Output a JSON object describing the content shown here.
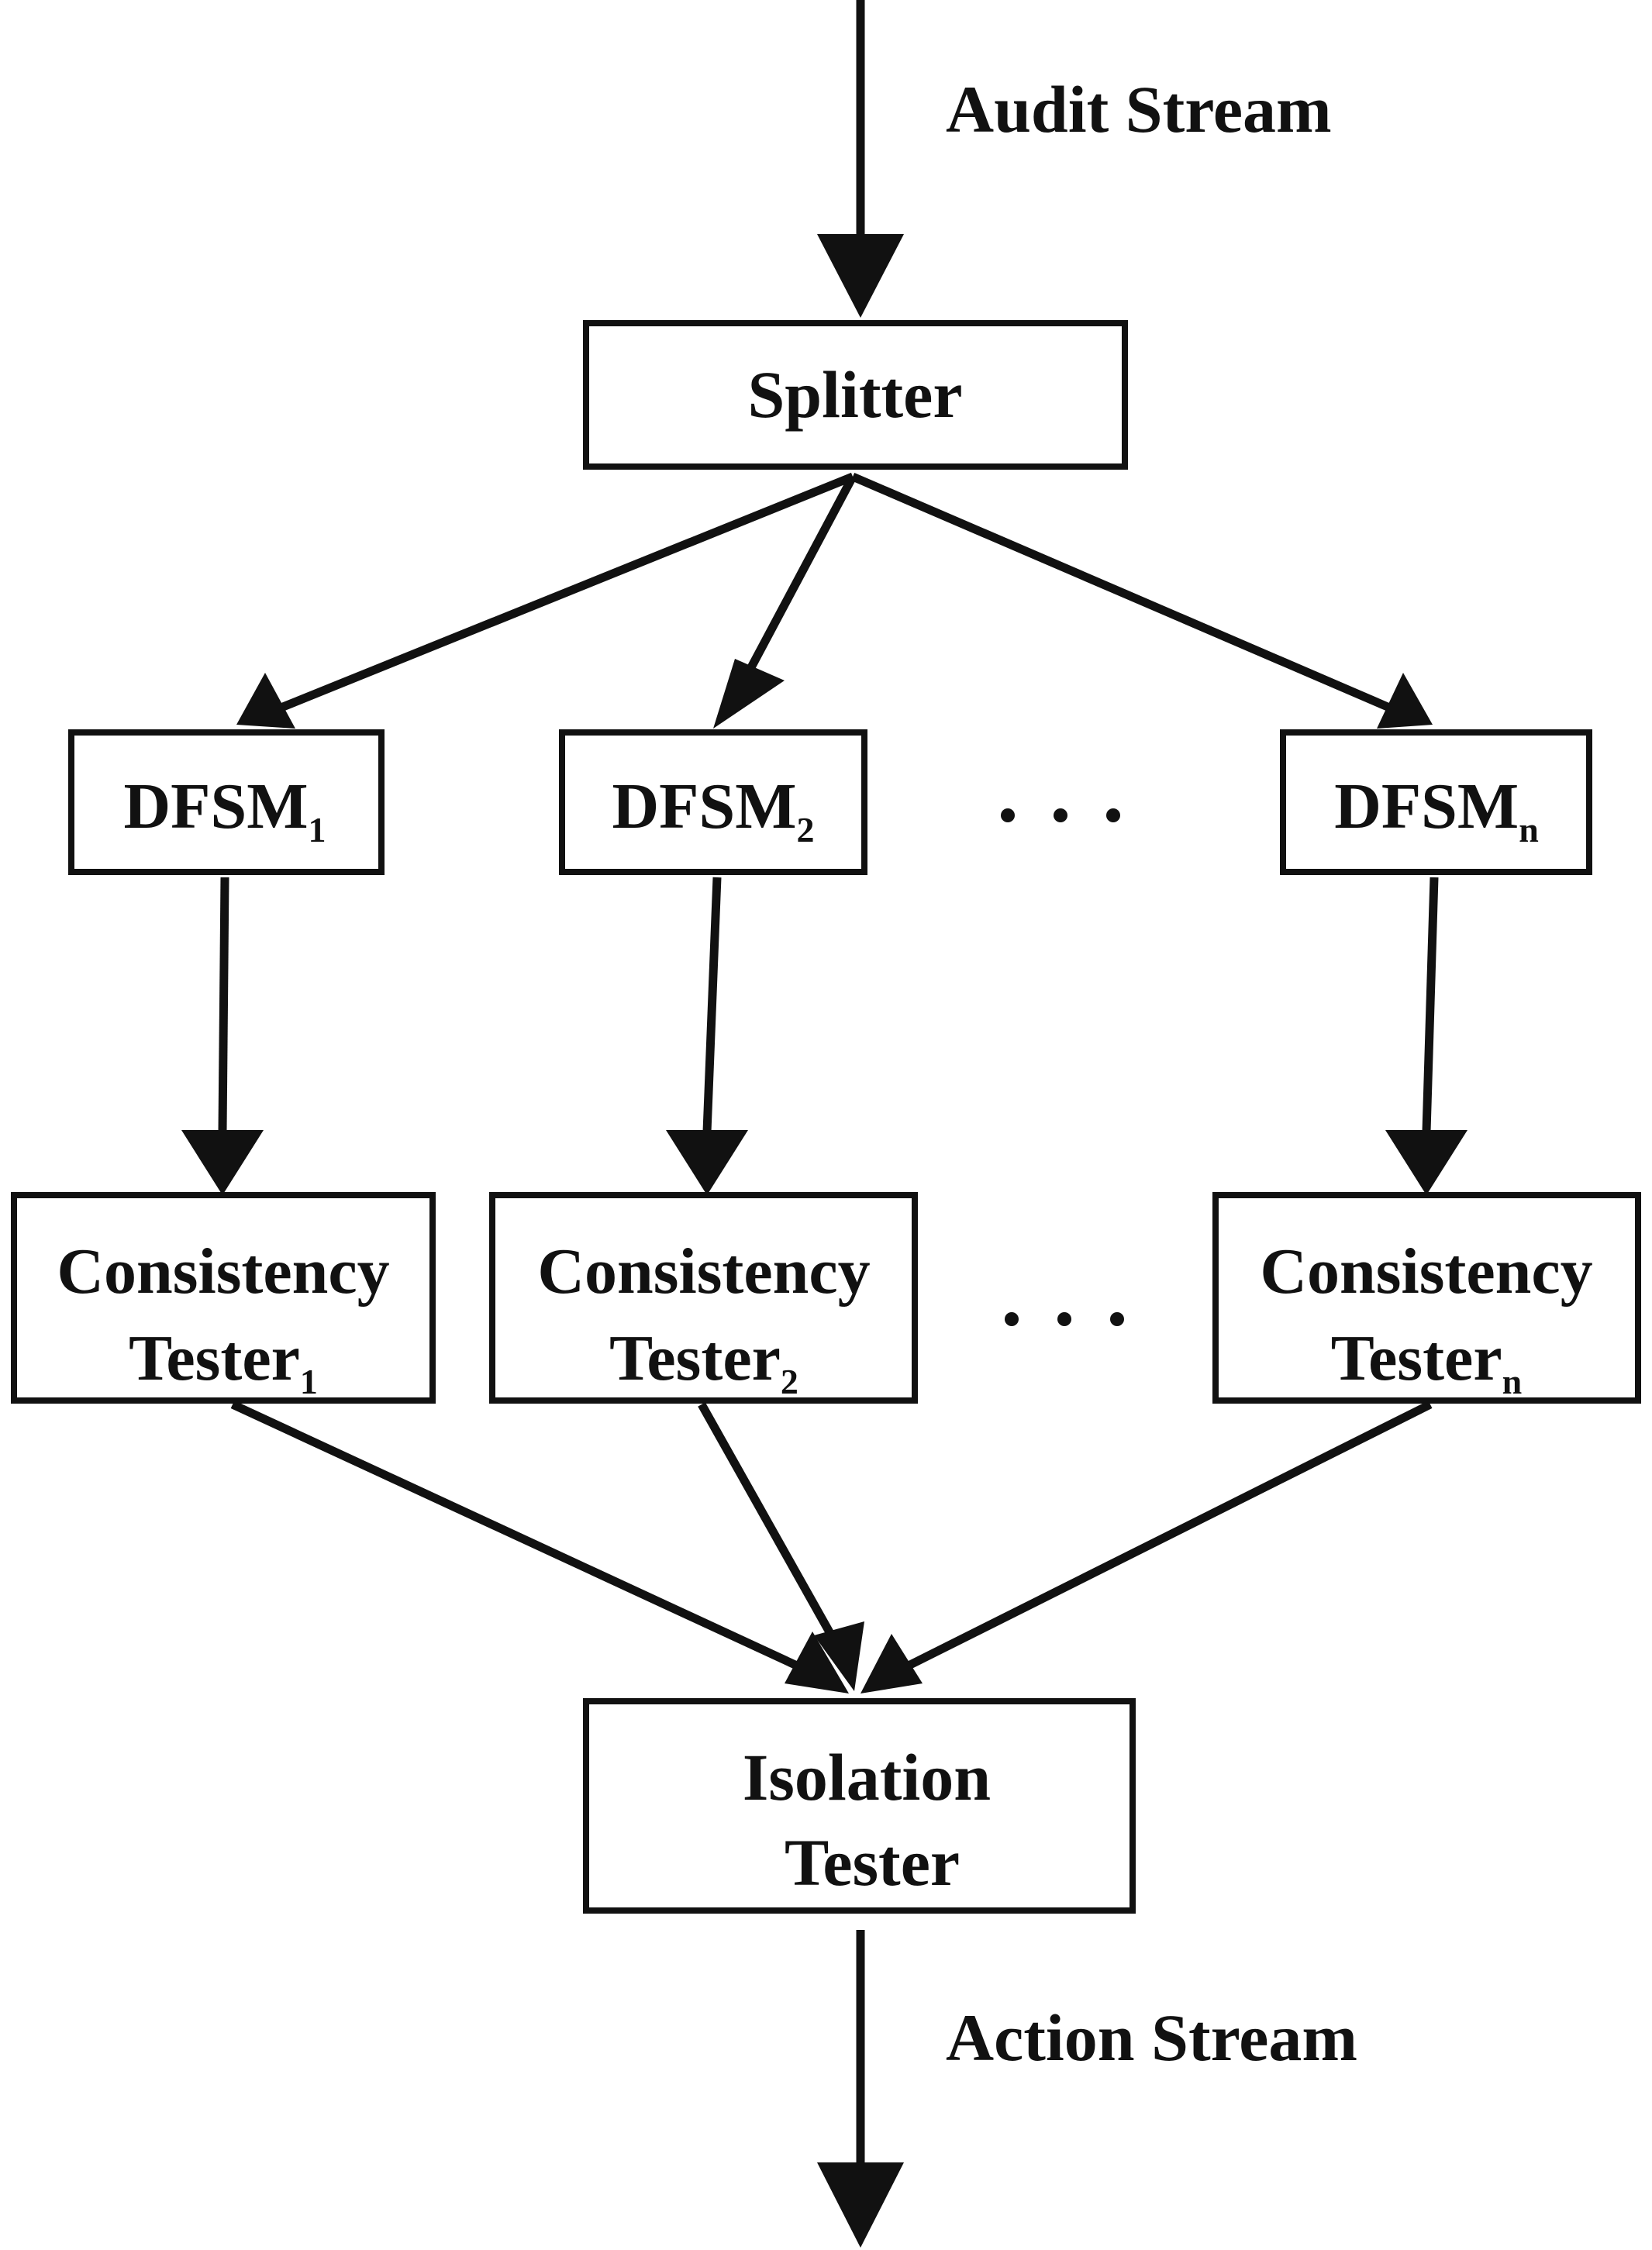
{
  "labels": {
    "input_stream": "Audit Stream",
    "output_stream": "Action Stream"
  },
  "nodes": {
    "splitter": {
      "label": "Splitter"
    },
    "dfsm": [
      {
        "base": "DFSM",
        "index": "1"
      },
      {
        "base": "DFSM",
        "index": "2"
      },
      {
        "base": "DFSM",
        "index": "n"
      }
    ],
    "consistency_testers": [
      {
        "line1": "Consistency",
        "line2": "Tester",
        "index": "1"
      },
      {
        "line1": "Consistency",
        "line2": "Tester",
        "index": "2"
      },
      {
        "line1": "Consistency",
        "line2": "Tester",
        "index": "n"
      }
    ],
    "isolation_tester": {
      "line1": "Isolation",
      "line2": "Tester"
    }
  },
  "ellipsis_rows": [
    "dfsm",
    "consistency_testers"
  ],
  "edges": [
    {
      "from": "input",
      "to": "splitter"
    },
    {
      "from": "splitter",
      "to": "dfsm_1"
    },
    {
      "from": "splitter",
      "to": "dfsm_2"
    },
    {
      "from": "splitter",
      "to": "dfsm_n"
    },
    {
      "from": "dfsm_1",
      "to": "consistency_tester_1"
    },
    {
      "from": "dfsm_2",
      "to": "consistency_tester_2"
    },
    {
      "from": "dfsm_n",
      "to": "consistency_tester_n"
    },
    {
      "from": "consistency_tester_1",
      "to": "isolation_tester"
    },
    {
      "from": "consistency_tester_2",
      "to": "isolation_tester"
    },
    {
      "from": "consistency_tester_n",
      "to": "isolation_tester"
    },
    {
      "from": "isolation_tester",
      "to": "output"
    }
  ]
}
